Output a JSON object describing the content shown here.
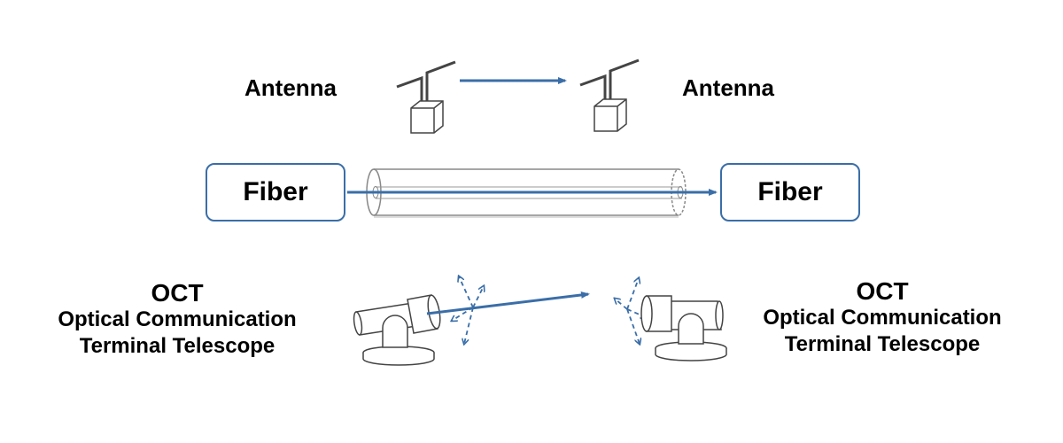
{
  "antenna": {
    "left_label": "Antenna",
    "right_label": "Antenna"
  },
  "fiber": {
    "left_label": "Fiber",
    "right_label": "Fiber"
  },
  "oct": {
    "left": {
      "title": "OCT",
      "line1": "Optical Communication",
      "line2": "Terminal Telescope"
    },
    "right": {
      "title": "OCT",
      "line1": "Optical Communication",
      "line2": "Terminal Telescope"
    }
  },
  "colors": {
    "signal": "#3a6ea8",
    "outline": "#444444",
    "box_border": "#3a6ea8"
  },
  "icons": [
    "antenna-icon",
    "fiber-cable-icon",
    "telescope-icon",
    "signal-arrow-icon"
  ]
}
